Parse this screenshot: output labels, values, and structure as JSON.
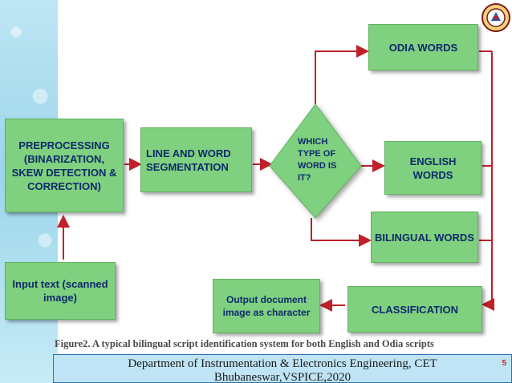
{
  "nodes": {
    "preprocessing": "PREPROCESSING (BINARIZATION, SKEW DETECTION & CORRECTION)",
    "segmentation": "LINE AND WORD SEGMENTATION",
    "decision": "WHICH TYPE OF WORD IS IT?",
    "odia": "ODIA WORDS",
    "english": "ENGLISH WORDS",
    "bilingual": "BILINGUAL WORDS",
    "input": "Input text (scanned image)",
    "classification": "CLASSIFICATION",
    "output": "Output document image as character"
  },
  "caption": "Figure2. A typical bilingual script identification system for both English and Odia  scripts",
  "footer": {
    "line1": "Department of Instrumentation & Electronics Engineering, CET",
    "line2": "Bhubaneswar,VSPICE,2020",
    "page": "5"
  },
  "colors": {
    "node_fill": "#7fd07f",
    "node_text": "#0f2a6b",
    "arrow": "#c0202a",
    "footer_bg": "#bfe4f5"
  },
  "icons": {
    "logo": "institution-emblem-icon"
  }
}
